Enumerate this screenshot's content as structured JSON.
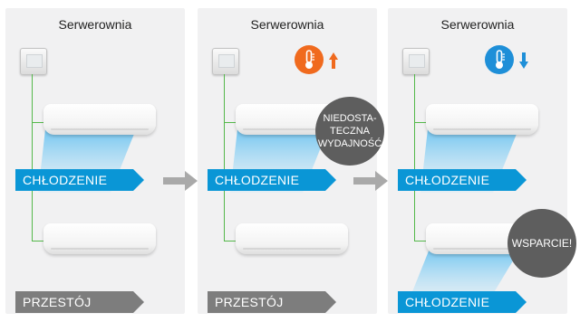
{
  "panels": [
    {
      "title": "Serwerownia",
      "top_label": "CHŁODZENIE",
      "bottom_label": "PRZESTÓJ"
    },
    {
      "title": "Serwerownia",
      "top_label": "CHŁODZENIE",
      "bottom_label": "PRZESTÓJ",
      "indicator": "temperature-up",
      "bubble_lines": [
        "NIEDOSTA-",
        "TECZNA",
        "WYDAJNOŚĆ"
      ]
    },
    {
      "title": "Serwerownia",
      "top_label": "CHŁODZENIE",
      "bottom_label": "CHŁODZENIE",
      "indicator": "temperature-down",
      "bubble_text": "WSPARCIE!"
    }
  ],
  "colors": {
    "panel_bg": "#f1f1f2",
    "cooling_blue": "#0a96d6",
    "idle_gray": "#7d7d7d",
    "wire_green": "#54b84a",
    "temp_up_orange": "#f06a1e",
    "temp_down_blue": "#1e8fd8",
    "bubble_gray": "#5e5e5e",
    "step_arrow": "#a9a9a9"
  }
}
